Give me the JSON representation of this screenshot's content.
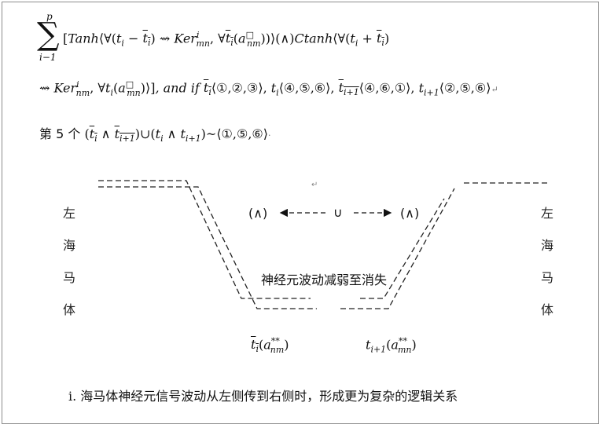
{
  "formula": {
    "sum_symbol": "∑",
    "sum_upper": "p",
    "sum_lower": "i−1",
    "line1": {
      "open": "[",
      "tanh": "Tanh",
      "forall_open": "⟨∀(",
      "t_i": "t",
      "sub_i": "i",
      "minus": " − ",
      "arrow": " ⇝ ",
      "ker": "Ker",
      "ker_sup": "i",
      "ker_sub": "mn",
      "comma_forall": ", ∀",
      "a": "a",
      "a_sup": "□",
      "a_sub": "nm",
      "and_op": "(∧)",
      "ctanh": "Ctanh",
      "plus": " + ",
      "close": ")"
    },
    "line2": {
      "arrow": "⇝ ",
      "ker": "Ker",
      "ker_sup": "i",
      "ker_sub": "nm",
      "comma_forall": ", ∀",
      "a_sub": "mn",
      "end_bracket": ")⟩]",
      "and_if": ", and if ",
      "set1": "⟨①,②,③⟩",
      "set2": "⟨④,⑤,⑥⟩",
      "set3": "⟨④,⑥,①⟩",
      "set4": "⟨②,⑤,⑥⟩",
      "sub_i1": "i+1"
    },
    "line3": {
      "prefix": "第 5 个 ",
      "expr_open": "(",
      "wedge": " ∧ ",
      "union": ")∪(",
      "expr_end": ")~",
      "set": "⟨①,⑤,⑥⟩"
    }
  },
  "diagram": {
    "left_label": [
      "左",
      "海",
      "马",
      "体"
    ],
    "right_label": [
      "左",
      "海",
      "马",
      "体"
    ],
    "left_op": "(∧)",
    "center_op": "∪",
    "right_op": "(∧)",
    "middle_text": "神经元波动减弱至消失",
    "bottom_left": {
      "base": "t",
      "sub": "i",
      "a_sup": "**",
      "a_sub": "nm"
    },
    "bottom_right": {
      "base": "t",
      "sub": "i+1",
      "a_sup": "**",
      "a_sub": "mn"
    }
  },
  "caption": "ⅰ. 海马体神经元信号波动从左侧传到右侧时，形成更为复杂的逻辑关系"
}
